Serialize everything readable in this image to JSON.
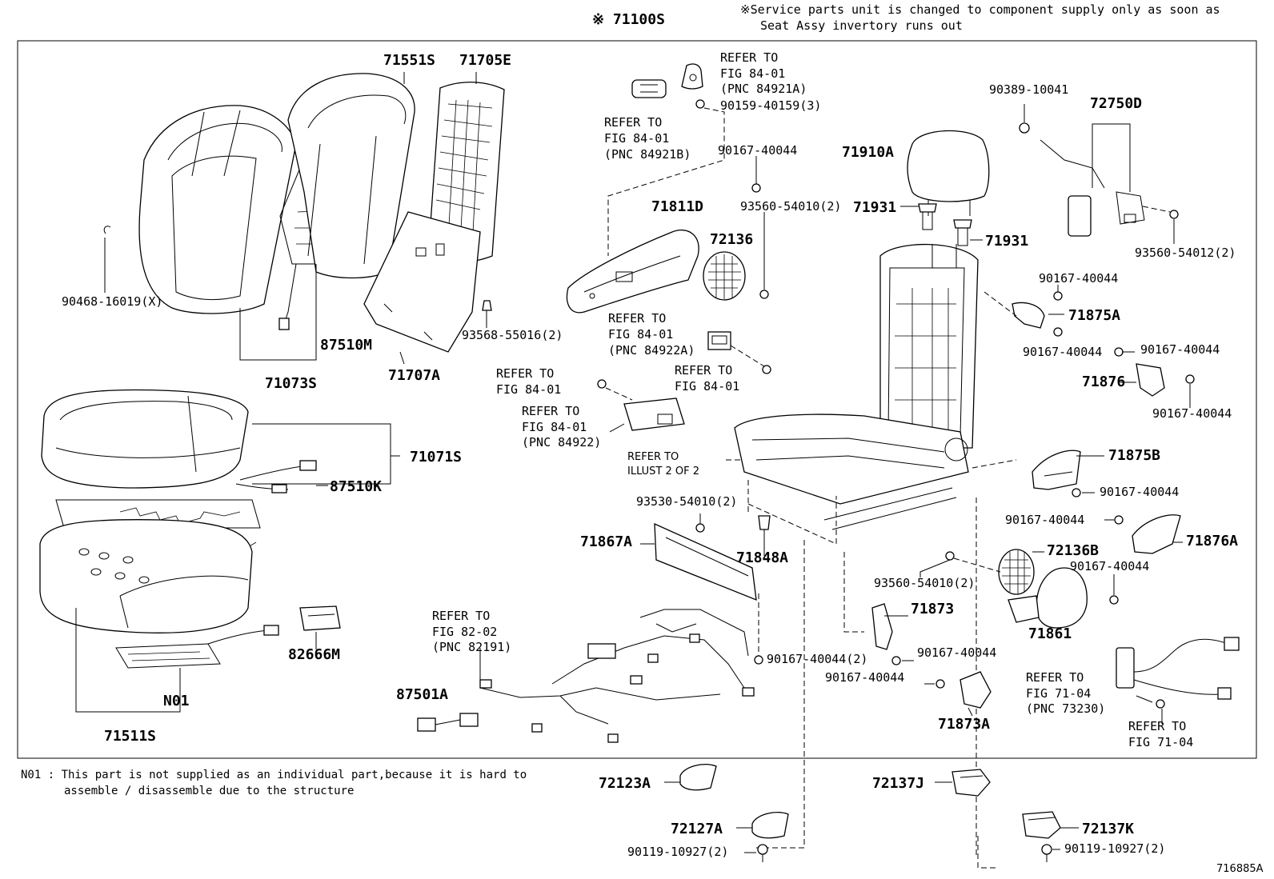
{
  "header": {
    "main_assembly": "※ 71100S",
    "service_note_line1": "※Service parts unit is changed to component supply only as soon as",
    "service_note_line2": "Seat Assy invertory runs out"
  },
  "footnote": {
    "line1": "N01 : This part is not supplied as an individual part,because it is hard to",
    "line2": "assemble / disassemble due to the structure"
  },
  "illustration_id": "716885A",
  "callouts": {
    "p71551S": "71551S",
    "p71705E": "71705E",
    "p90468": "90468-16019(X)",
    "p87510M": "87510M",
    "p71073S": "71073S",
    "p71707A": "71707A",
    "p93568": "93568-55016(2)",
    "p71071S": "71071S",
    "p87510K": "87510K",
    "p82666M": "82666M",
    "pN01": "N01",
    "p71511S": "71511S",
    "p87501A": "87501A",
    "ref84921A_1": "REFER TO",
    "ref84921A_2": "FIG 84-01",
    "ref84921A_3": "(PNC 84921A)",
    "p90159": "90159-40159(3)",
    "ref84921B_1": "REFER TO",
    "ref84921B_2": "FIG 84-01",
    "ref84921B_3": "(PNC 84921B)",
    "p90167_top": "90167-40044",
    "p71811D": "71811D",
    "p72136": "72136",
    "p93560_top": "93560-54010(2)",
    "ref84922A_1": "REFER TO",
    "ref84922A_2": "FIG 84-01",
    "ref84922A_3": "(PNC 84922A)",
    "refFig_a1": "REFER TO",
    "refFig_a2": "FIG 84-01",
    "refFig_b1": "REFER TO",
    "refFig_b2": "FIG 84-01",
    "ref84922_1": "REFER TO",
    "ref84922_2": "FIG 84-01",
    "ref84922_3": "(PNC 84922)",
    "refIllust_1": "REFER TO",
    "refIllust_2": "ILLUST 2 OF 2",
    "p93530": "93530-54010(2)",
    "p71867A": "71867A",
    "p71848A": "71848A",
    "ref82191_1": "REFER TO",
    "ref82191_2": "FIG 82-02",
    "ref82191_3": "(PNC 82191)",
    "p90167_2": "90167-40044(2)",
    "p71910A": "71910A",
    "p71931a": "71931",
    "p71931b": "71931",
    "p90389": "90389-10041",
    "p72750D": "72750D",
    "p93560_12": "93560-54012(2)",
    "p90167_r1": "90167-40044",
    "p71875A": "71875A",
    "p90167_r2": "90167-40044",
    "p90167_r3": "90167-40044",
    "p71876": "71876",
    "p90167_r4": "90167-40044",
    "p71875B": "71875B",
    "p90167_r5": "90167-40044",
    "p90167_r6": "90167-40044",
    "p71876A": "71876A",
    "p72136B": "72136B",
    "p93560_mid": "93560-54010(2)",
    "p90167_r7": "90167-40044",
    "p71873": "71873",
    "p71861": "71861",
    "p90167_r8": "90167-40044",
    "p90167_r9": "90167-40044",
    "p71873A": "71873A",
    "ref73230_1": "REFER TO",
    "ref73230_2": "FIG 71-04",
    "ref73230_3": "(PNC 73230)",
    "ref7104_1": "REFER TO",
    "ref7104_2": "FIG 71-04",
    "p72123A": "72123A",
    "p72137J": "72137J",
    "p72127A": "72127A",
    "p72137K": "72137K",
    "p90119a": "90119-10927(2)",
    "p90119b": "90119-10927(2)"
  }
}
